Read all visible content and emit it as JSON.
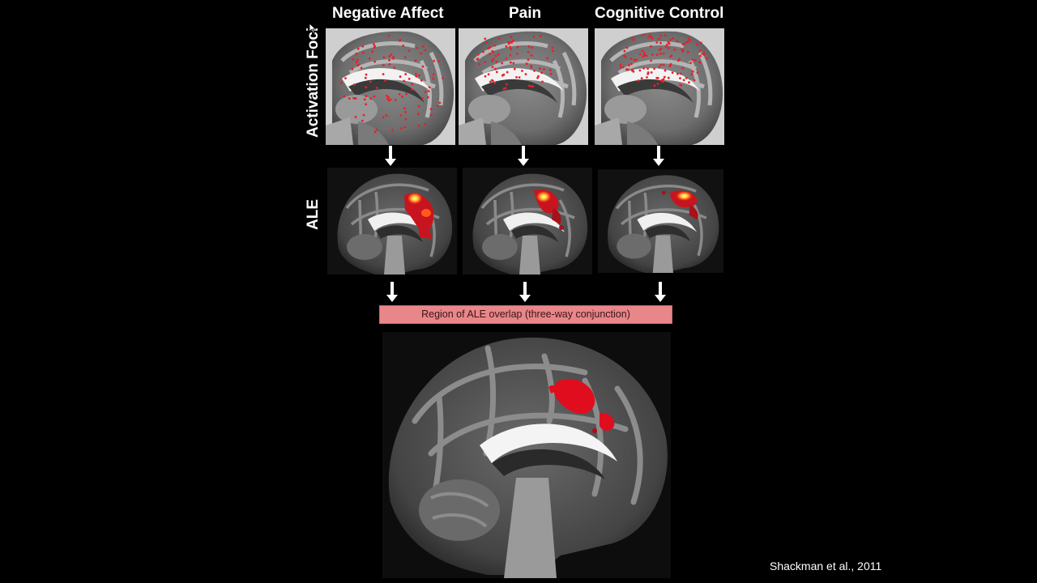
{
  "columns": [
    {
      "label": "Negative Affect"
    },
    {
      "label": "Pain"
    },
    {
      "label": "Cognitive Control"
    }
  ],
  "rows": {
    "activation_foci": "Activation Foci",
    "ale": "ALE"
  },
  "overlap_label": "Region of ALE overlap (three-way conjunction)",
  "citation": "Shackman et al., 2011",
  "colors": {
    "background": "#000000",
    "foci_dot": "#e8202a",
    "ale_hot": "#ffd84a",
    "ale_mid": "#ff5a1a",
    "ale_low": "#c8141e",
    "overlap_box": "#e8868a"
  }
}
